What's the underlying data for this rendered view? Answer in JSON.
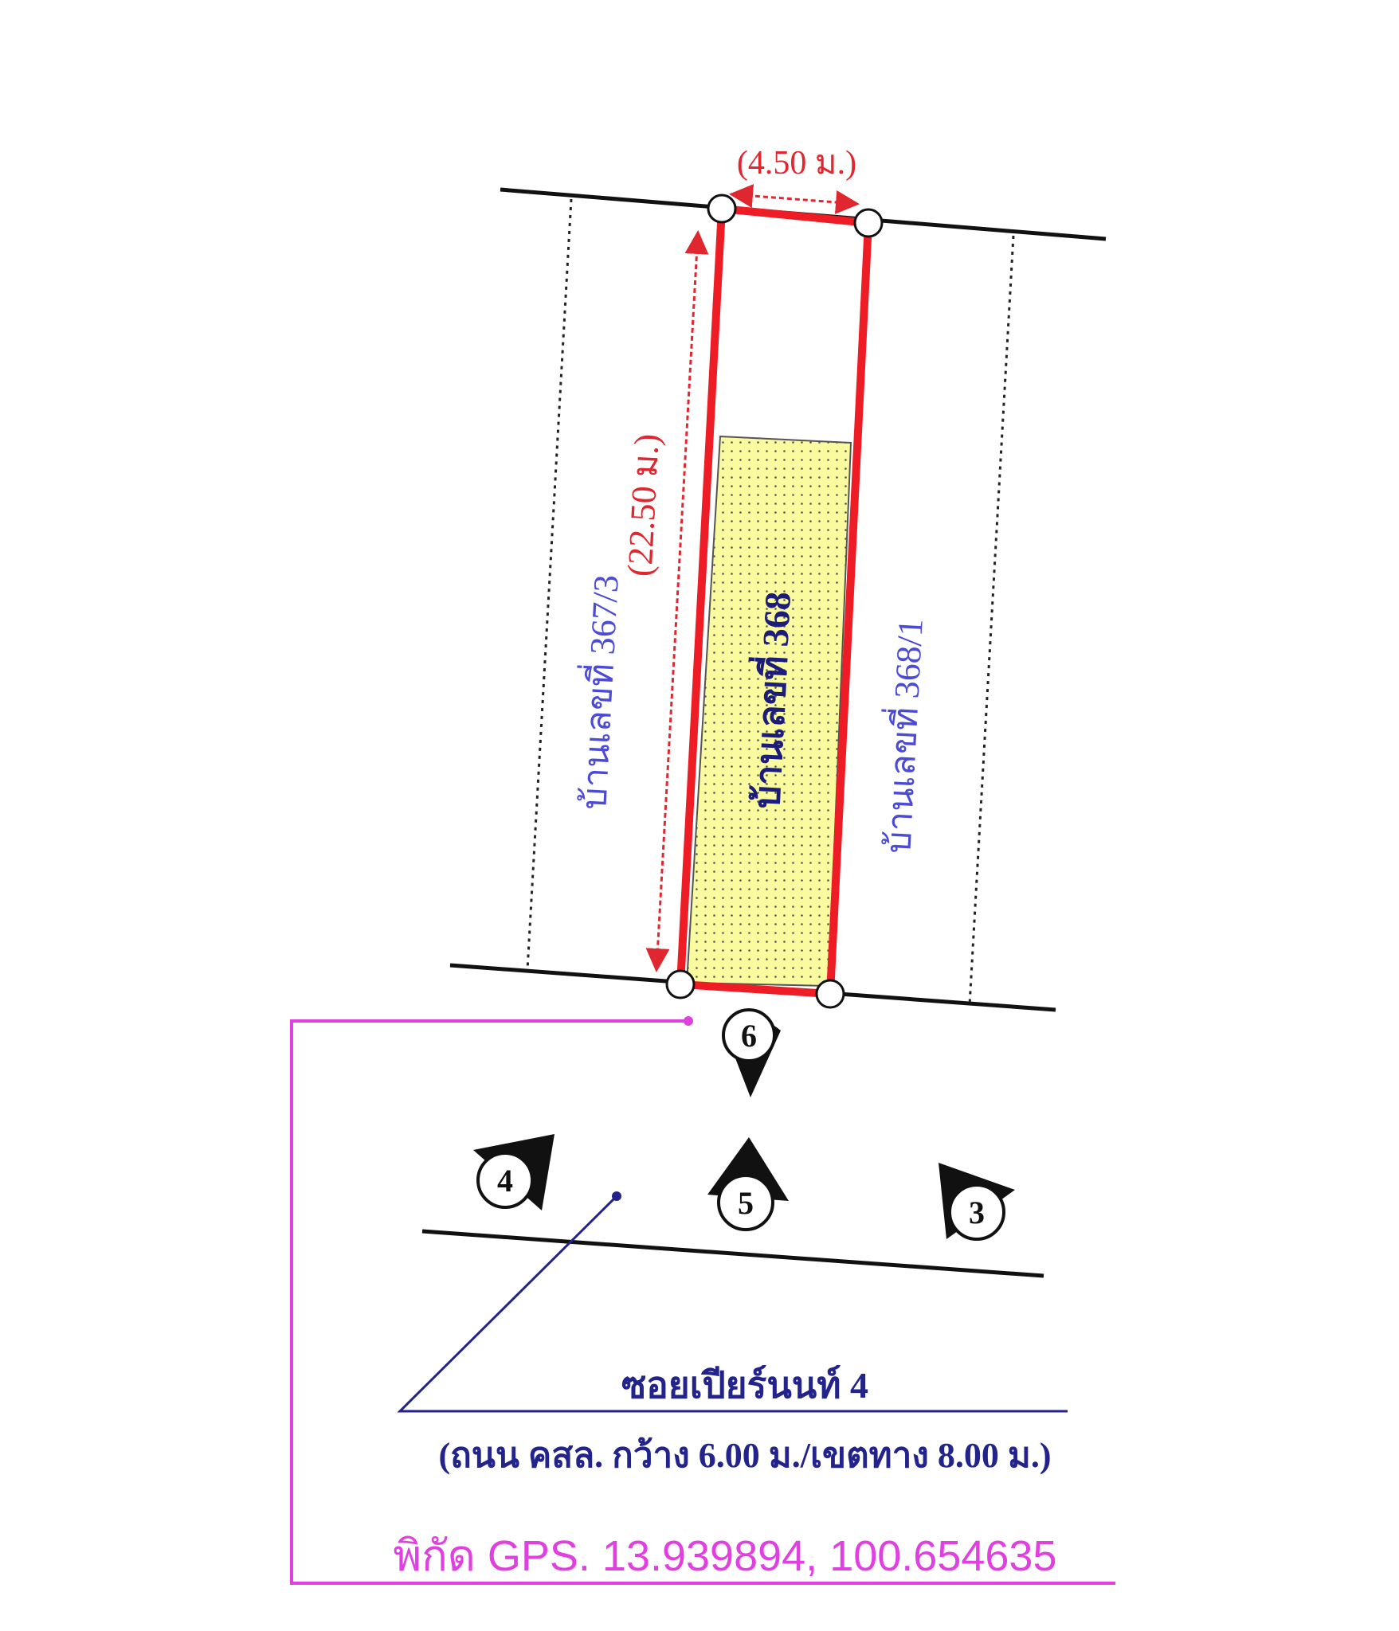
{
  "plot": {
    "width_label": "(4.50 ม.)",
    "depth_label": "(22.50 ม.)",
    "house_label": "บ้านเลขที่ 368"
  },
  "neighbors": {
    "left_label": "บ้านเลขที่ 367/3",
    "right_label": "บ้านเลขที่ 368/1"
  },
  "photo_points": {
    "p6": "6",
    "p5": "5",
    "p4": "4",
    "p3": "3"
  },
  "road": {
    "name": "ซอยเปียร์นนท์ 4",
    "detail": "(ถนน คสล. กว้าง 6.00 ม./เขตทาง 8.00 ม.)"
  },
  "gps": {
    "label": "พิกัด GPS. 13.939894, 100.654635"
  },
  "colors": {
    "boundary": "#ee1c25",
    "building_fill": "#fafa9e",
    "neighbor_text": "#4b4bd6",
    "road_text": "#23238c",
    "gps": "#e040e0",
    "dimension": "#e0262e"
  }
}
